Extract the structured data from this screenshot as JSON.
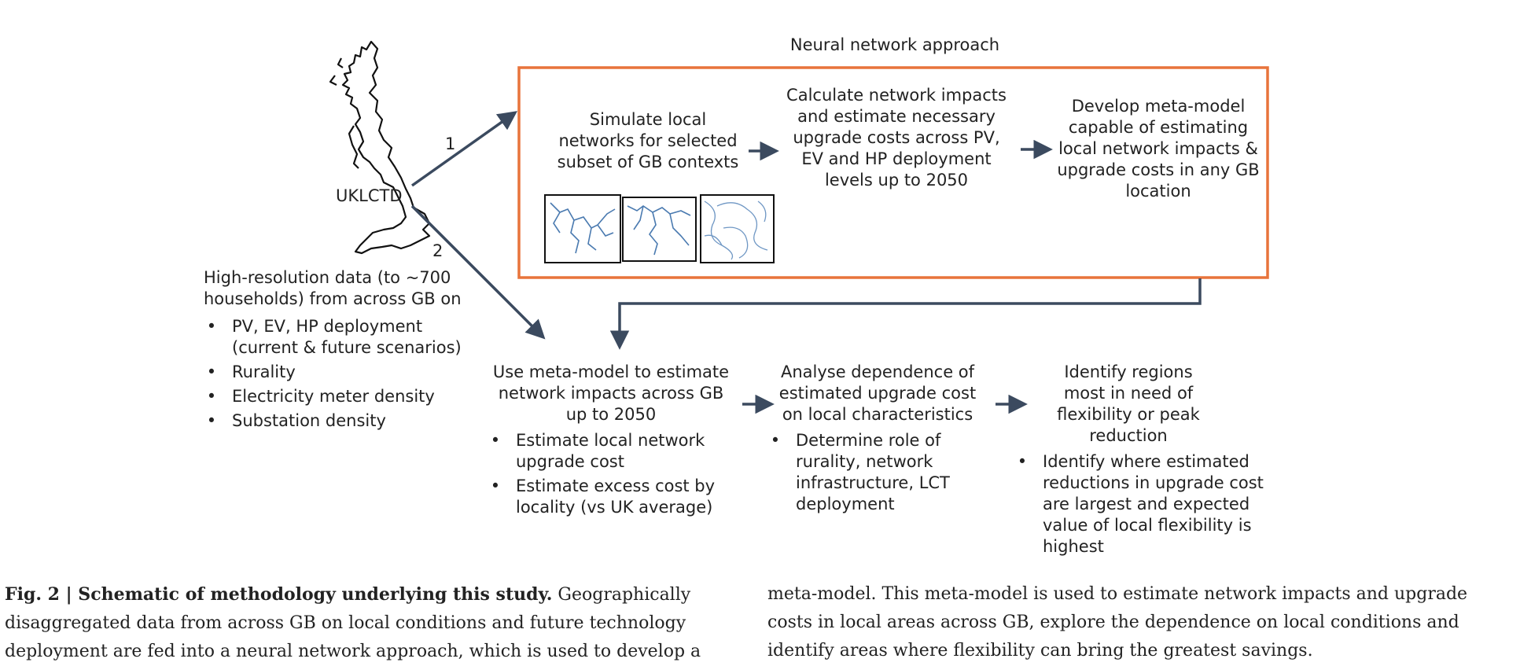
{
  "approach_title": "Neural network approach",
  "source_label": "UKLCTD",
  "arrow_labels": [
    "1",
    "2"
  ],
  "colors": {
    "frame": "#E8743B",
    "arrow": "#3B4A5F",
    "network": "#4A7AB0"
  },
  "input_data": {
    "heading": "High-resolution data (to ~700 households) from across GB on",
    "items": [
      "PV, EV, HP deployment (current & future scenarios)",
      "Rurality",
      "Electricity meter density",
      "Substation density"
    ]
  },
  "top_steps": {
    "simulate": "Simulate local networks for selected subset of GB contexts",
    "calculate": "Calculate network impacts and estimate necessary upgrade costs across PV, EV and HP deployment levels up to 2050",
    "develop": "Develop meta-model capable of estimating local network impacts & upgrade costs in any GB location"
  },
  "bottom_steps": [
    {
      "title": "Use meta-model to estimate network impacts across GB up to 2050",
      "bullets": [
        "Estimate local network upgrade cost",
        "Estimate excess cost by locality (vs UK average)"
      ]
    },
    {
      "title": "Analyse dependence of estimated upgrade cost on local characteristics",
      "bullets": [
        "Determine role of rurality, network infrastructure, LCT deployment"
      ]
    },
    {
      "title": "Identify regions most in need of flexibility or peak reduction",
      "bullets": [
        "Identify where estimated reductions in upgrade cost are largest and expected value of local flexibility is highest"
      ]
    }
  ],
  "bullet_symbol": "•",
  "caption": {
    "label": "Fig. 2 | Schematic of methodology underlying this study.",
    "left": "Geographically disaggregated data from across GB on local conditions and future technology deployment are fed into a neural network approach, which is used to develop a",
    "right": "meta-model. This meta-model is used to estimate network impacts and upgrade costs in local areas across GB, explore the dependence on local conditions and identify areas where flexibility can bring the greatest savings."
  }
}
